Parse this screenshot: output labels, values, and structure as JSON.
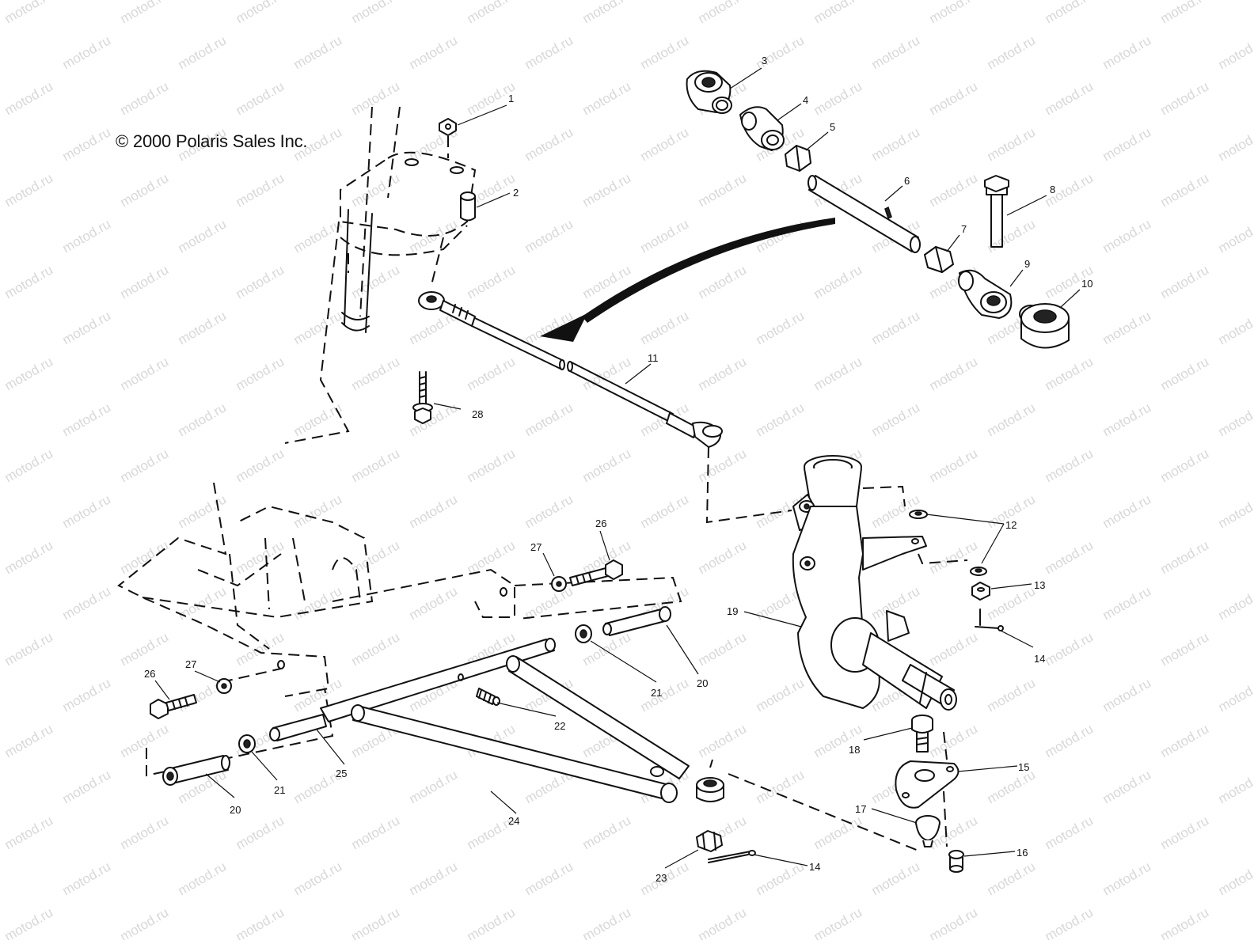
{
  "copyright": "© 2000 Polaris Sales Inc.",
  "watermark": "motod.ru",
  "callouts": [
    {
      "id": "1",
      "text": "1"
    },
    {
      "id": "2",
      "text": "2"
    },
    {
      "id": "3",
      "text": "3"
    },
    {
      "id": "4",
      "text": "4"
    },
    {
      "id": "5",
      "text": "5"
    },
    {
      "id": "6",
      "text": "6"
    },
    {
      "id": "7",
      "text": "7"
    },
    {
      "id": "8",
      "text": "8"
    },
    {
      "id": "9",
      "text": "9"
    },
    {
      "id": "10",
      "text": "10"
    },
    {
      "id": "11",
      "text": "11"
    },
    {
      "id": "12",
      "text": "12"
    },
    {
      "id": "13",
      "text": "13"
    },
    {
      "id": "14a",
      "text": "14"
    },
    {
      "id": "14b",
      "text": "14"
    },
    {
      "id": "15",
      "text": "15"
    },
    {
      "id": "16",
      "text": "16"
    },
    {
      "id": "17",
      "text": "17"
    },
    {
      "id": "18",
      "text": "18"
    },
    {
      "id": "19",
      "text": "19"
    },
    {
      "id": "20a",
      "text": "20"
    },
    {
      "id": "20b",
      "text": "20"
    },
    {
      "id": "21a",
      "text": "21"
    },
    {
      "id": "21b",
      "text": "21"
    },
    {
      "id": "22",
      "text": "22"
    },
    {
      "id": "23",
      "text": "23"
    },
    {
      "id": "24",
      "text": "24"
    },
    {
      "id": "25",
      "text": "25"
    },
    {
      "id": "26a",
      "text": "26"
    },
    {
      "id": "26b",
      "text": "26"
    },
    {
      "id": "27a",
      "text": "27"
    },
    {
      "id": "27b",
      "text": "27"
    },
    {
      "id": "28",
      "text": "28"
    }
  ]
}
